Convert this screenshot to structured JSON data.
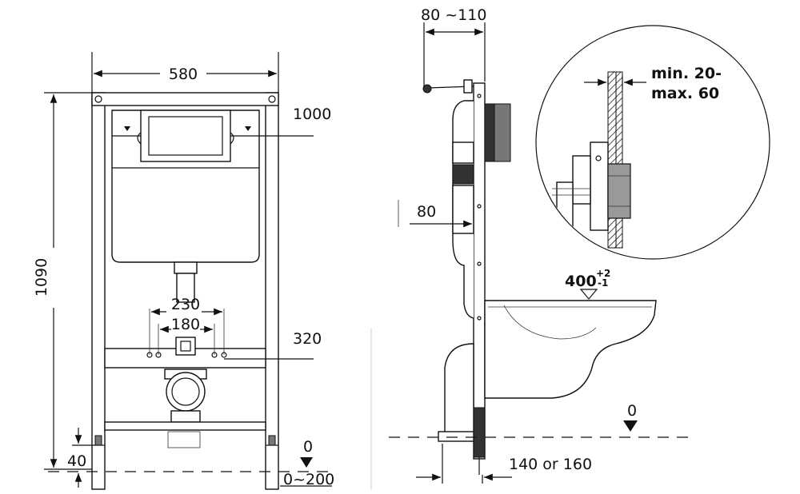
{
  "front_view": {
    "dim_width": "580",
    "dim_height": "1090",
    "dim_flush_height": "1000",
    "dim_bolt_outer": "230",
    "dim_bolt_inner": "180",
    "dim_bolt_height": "320",
    "dim_foot": "40",
    "dim_floor_zero": "0",
    "dim_floor_range": "0~200"
  },
  "side_view": {
    "dim_top_depth": "80 ~110",
    "dim_mid_depth": "80",
    "dim_wc_height": "400",
    "dim_wc_tol_plus": "+2",
    "dim_wc_tol_minus": "-1",
    "dim_floor_zero": "0",
    "dim_bottom": "140 or 160"
  },
  "detail_view": {
    "label_min": "min. 20-",
    "label_max": "max. 60"
  }
}
